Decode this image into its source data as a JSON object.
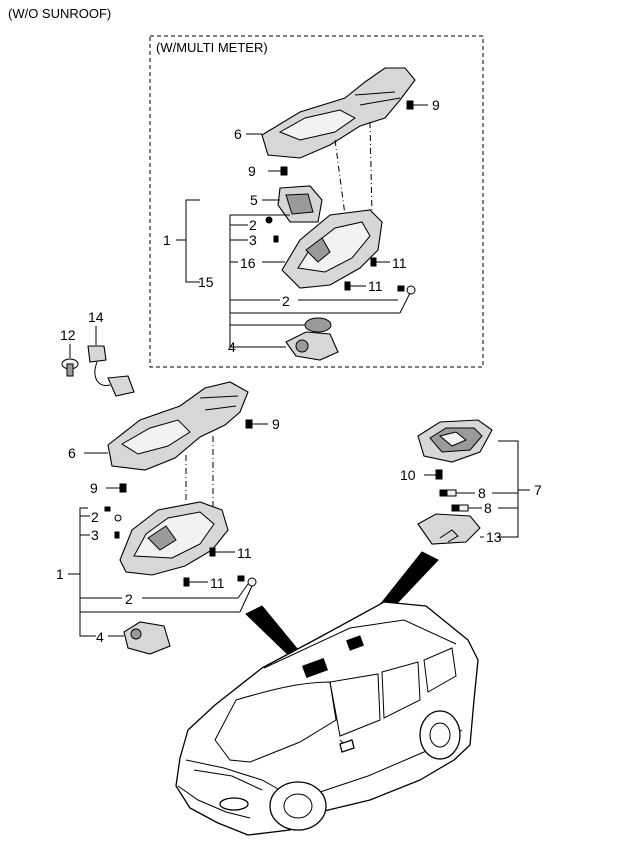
{
  "headings": {
    "main": "(W/O SUNROOF)",
    "inset": "(W/MULTI METER)"
  },
  "callouts": {
    "top_9a": "9",
    "top_6": "6",
    "top_9b": "9",
    "top_5": "5",
    "top_1": "1",
    "top_2a": "2",
    "top_3": "3",
    "top_16": "16",
    "top_15": "15",
    "top_11a": "11",
    "top_11b": "11",
    "top_2b": "2",
    "top_4": "4",
    "left_12": "12",
    "left_14": "14",
    "mid_9a": "9",
    "mid_6": "6",
    "mid_9b": "9",
    "mid_2a": "2",
    "mid_3": "3",
    "mid_1": "1",
    "mid_11a": "11",
    "mid_11b": "11",
    "mid_2b": "2",
    "mid_4": "4",
    "right_10": "10",
    "right_8a": "8",
    "right_8b": "8",
    "right_7": "7",
    "right_13": "13"
  }
}
